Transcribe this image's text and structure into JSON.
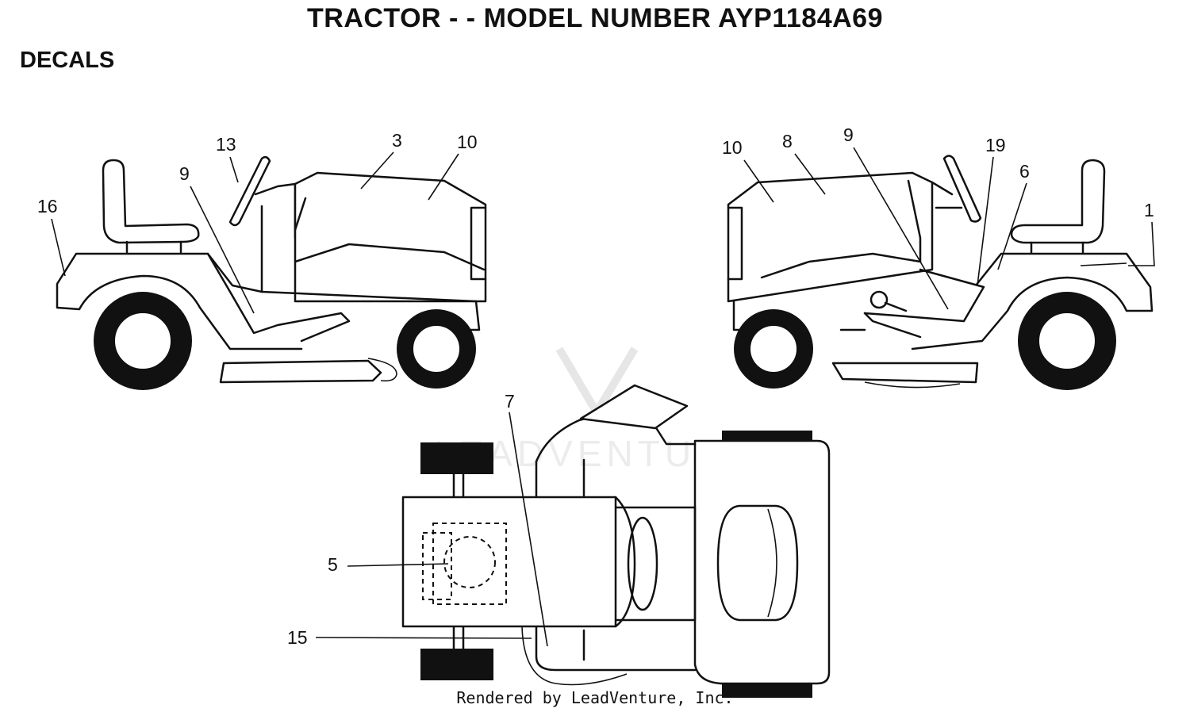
{
  "title": "TRACTOR - - MODEL NUMBER AYP1184A69",
  "section": "DECALS",
  "footer": "Rendered by LeadVenture, Inc.",
  "watermark": "LEADVENTURE",
  "callouts": {
    "left_16": "16",
    "left_9": "9",
    "left_13": "13",
    "left_3": "3",
    "left_10": "10",
    "right_10": "10",
    "right_8": "8",
    "right_9": "9",
    "right_19": "19",
    "right_6": "6",
    "right_1": "1",
    "top_7": "7",
    "top_5": "5",
    "top_15": "15"
  }
}
